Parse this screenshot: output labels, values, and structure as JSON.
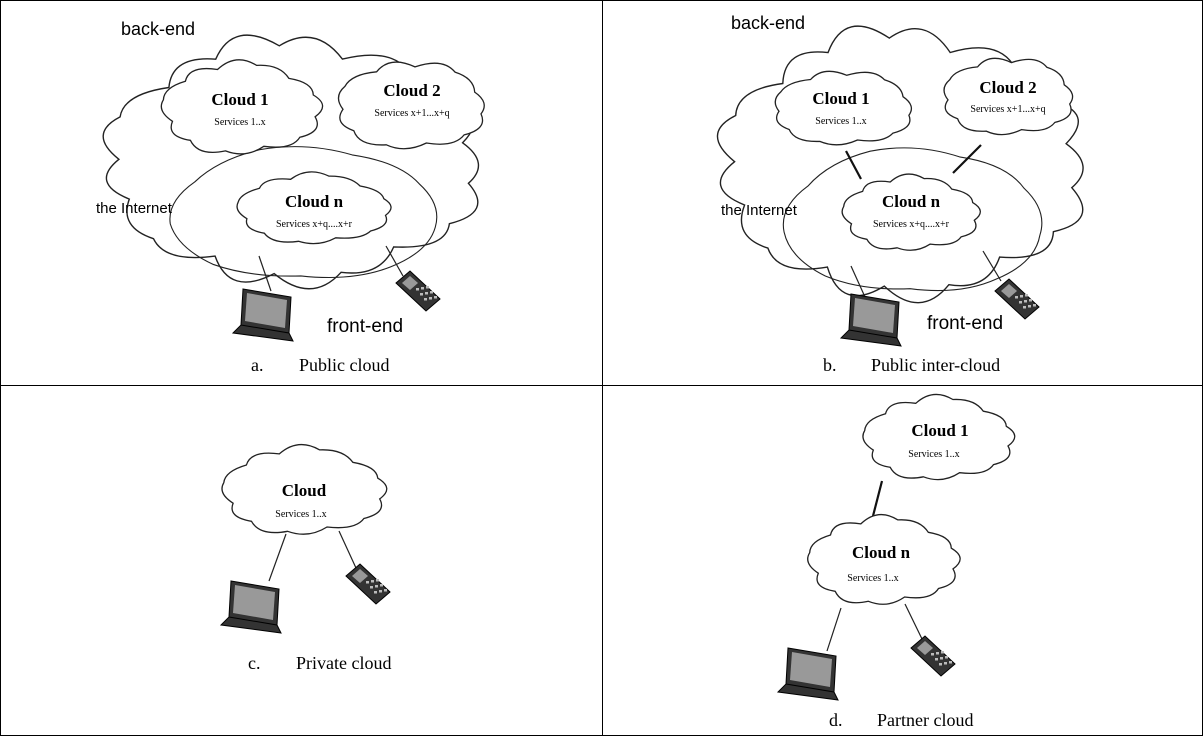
{
  "panels": {
    "a": {
      "label": "a.",
      "caption": "Public cloud",
      "back_end": "back-end",
      "internet": "the Internet",
      "front_end": "front-end",
      "clouds": [
        {
          "name": "Cloud 1",
          "services": "Services 1..x"
        },
        {
          "name": "Cloud 2",
          "services": "Services x+1...x+q"
        },
        {
          "name": "Cloud n",
          "services": "Services x+q....x+r"
        }
      ]
    },
    "b": {
      "label": "b.",
      "caption": "Public inter-cloud",
      "back_end": "back-end",
      "internet": "the Internet",
      "front_end": "front-end",
      "clouds": [
        {
          "name": "Cloud 1",
          "services": "Services 1..x"
        },
        {
          "name": "Cloud 2",
          "services": "Services x+1...x+q"
        },
        {
          "name": "Cloud n",
          "services": "Services x+q....x+r"
        }
      ]
    },
    "c": {
      "label": "c.",
      "caption": "Private cloud",
      "clouds": [
        {
          "name": "Cloud",
          "services": "Services 1..x"
        }
      ]
    },
    "d": {
      "label": "d.",
      "caption": "Partner cloud",
      "clouds": [
        {
          "name": "Cloud 1",
          "services": "Services 1..x"
        },
        {
          "name": "Cloud n",
          "services": "Services 1..x"
        }
      ]
    }
  },
  "icons": [
    "laptop-icon",
    "mobile-phone-icon"
  ],
  "colors": {
    "stroke": "#222222",
    "fill": "#ffffff",
    "device": "#333333",
    "screen": "#999999"
  }
}
